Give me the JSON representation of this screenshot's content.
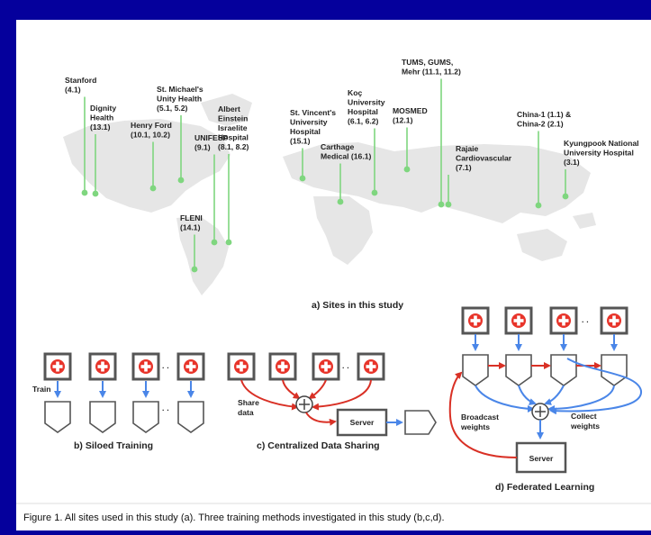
{
  "caption": {
    "a": "a) Sites in this study",
    "b": "b) Siloed Training",
    "c": "c) Centralized Data Sharing",
    "d": "d) Federated Learning"
  },
  "figure_caption": "Figure 1. All sites used in this study (a). Three training methods investigated in this study (b,c,d).",
  "sites": [
    {
      "id": "stanford",
      "lines": [
        "Stanford",
        "(4.1)"
      ]
    },
    {
      "id": "dignity",
      "lines": [
        "Dignity",
        "Health",
        "(13.1)"
      ]
    },
    {
      "id": "henryford",
      "lines": [
        "Henry Ford",
        "(10.1, 10.2)"
      ]
    },
    {
      "id": "stmichael",
      "lines": [
        "St. Michael's",
        "Unity Health",
        "(5.1, 5.2)"
      ]
    },
    {
      "id": "einstein",
      "lines": [
        "Albert",
        "Einstein",
        "Israelite",
        "Hospital",
        "(8.1, 8.2)"
      ]
    },
    {
      "id": "unifesp",
      "lines": [
        "UNIFESP",
        "(9.1)"
      ]
    },
    {
      "id": "fleni",
      "lines": [
        "FLENI",
        "(14.1)"
      ]
    },
    {
      "id": "stvincent",
      "lines": [
        "St. Vincent's",
        "University",
        "Hospital",
        "(15.1)"
      ]
    },
    {
      "id": "carthage",
      "lines": [
        "Carthage",
        "Medical (16.1)"
      ]
    },
    {
      "id": "koc",
      "lines": [
        "Koç",
        "University",
        "Hospital",
        "(6.1, 6.2)"
      ]
    },
    {
      "id": "mosmed",
      "lines": [
        "MOSMED",
        "(12.1)"
      ]
    },
    {
      "id": "tums",
      "lines": [
        "TUMS, GUMS,",
        "Mehr (11.1, 11.2)"
      ]
    },
    {
      "id": "rajaie",
      "lines": [
        "Rajaie",
        "Cardiovascular",
        "(7.1)"
      ]
    },
    {
      "id": "china",
      "lines": [
        "China-1 (1.1) &",
        "China-2 (2.1)"
      ]
    },
    {
      "id": "kyungpook",
      "lines": [
        "Kyungpook National",
        "University Hospital",
        "(3.1)"
      ]
    }
  ],
  "labels": {
    "train": "Train",
    "share_data": [
      "Share",
      "data"
    ],
    "server": "Server",
    "broadcast": [
      "Broadcast",
      "weights"
    ],
    "collect": [
      "Collect",
      "weights"
    ],
    "dots": "· ·"
  },
  "colors": {
    "background": "#05009c",
    "panel": "#ffffff",
    "pin": "#7fd67f",
    "map": "#e6e6e6",
    "red_arrow": "#d93025",
    "blue_arrow": "#4a86e8",
    "hospital_red": "#e8342a"
  }
}
